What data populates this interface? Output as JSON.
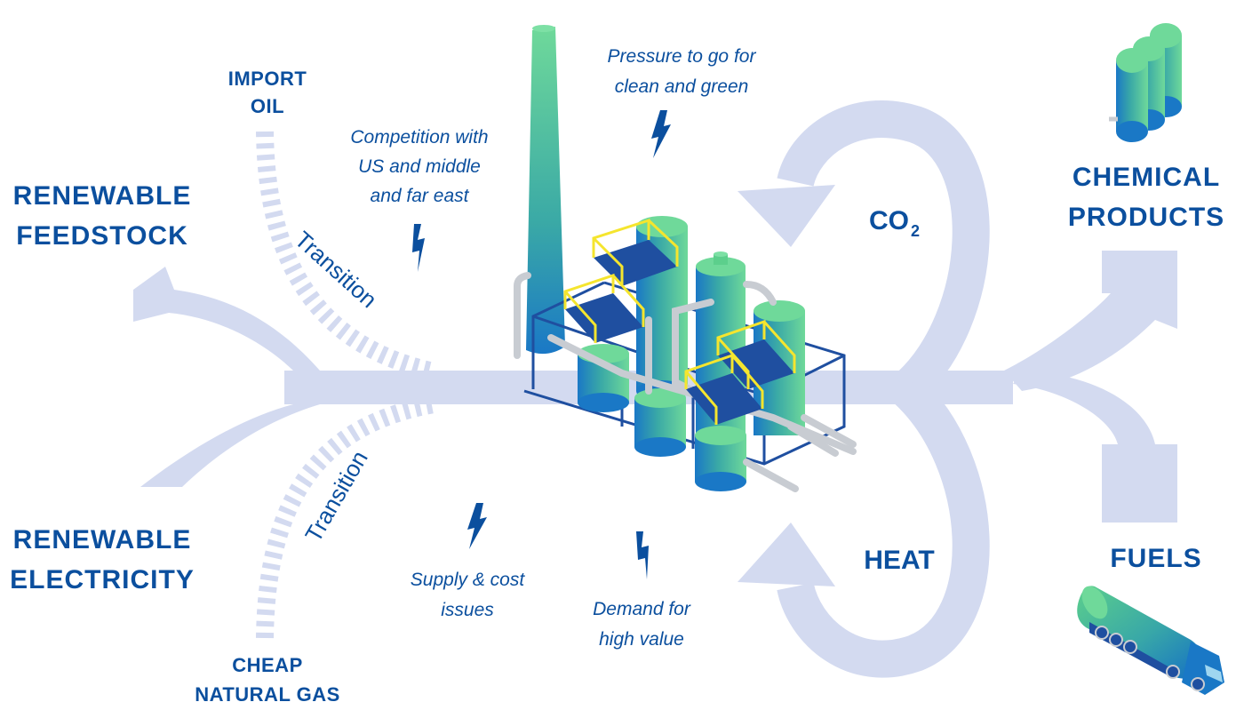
{
  "inputs": {
    "renewable_feedstock": [
      "RENEWABLE",
      "FEEDSTOCK"
    ],
    "renewable_electricity": [
      "RENEWABLE",
      "ELECTRICITY"
    ]
  },
  "legacy": {
    "import_oil": [
      "IMPORT",
      "OIL"
    ],
    "cheap_natural_gas": [
      "CHEAP",
      "NATURAL GAS"
    ],
    "transition_top": "Transition",
    "transition_bottom": "Transition"
  },
  "pressures": {
    "competition": [
      "Competition with",
      "US and middle",
      "and far east"
    ],
    "clean_green": [
      "Pressure to go for",
      "clean and green"
    ],
    "supply_cost": [
      "Supply & cost",
      "issues"
    ],
    "demand": [
      "Demand for",
      "high value"
    ]
  },
  "loops": {
    "co2_main": "CO",
    "co2_sub": "2",
    "heat": "HEAT"
  },
  "outputs": {
    "chemical_products": [
      "CHEMICAL",
      "PRODUCTS"
    ],
    "fuels": "FUELS"
  },
  "colors": {
    "arrow": "#d3daf0",
    "text": "#0b4f9e",
    "tank_green": "#4dbf8a",
    "tank_blue": "#1a7bc7",
    "frame": "#1f4fa0",
    "railing": "#f5e52e",
    "pipe": "#c8ccd2"
  },
  "icons": [
    "lightning-bolt-icon",
    "storage-tanks-icon",
    "tanker-truck-icon",
    "refinery-plant-icon"
  ]
}
